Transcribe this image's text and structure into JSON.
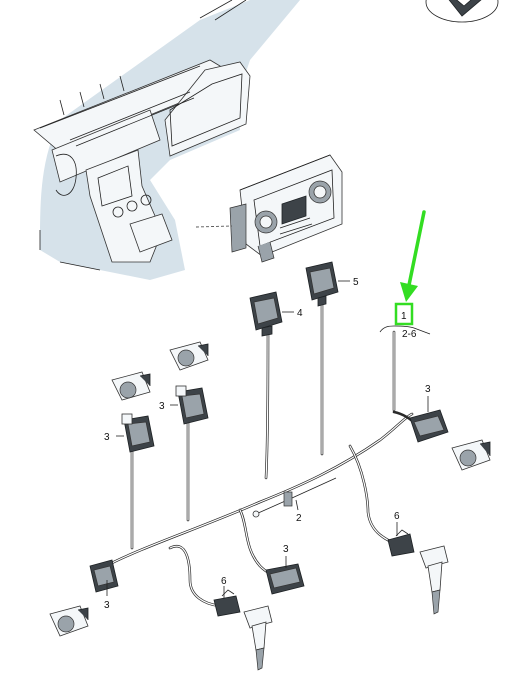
{
  "callouts": {
    "harness": "1",
    "harness_ref": "2-6",
    "cable_tie": "2",
    "actuator_connector": "3",
    "connector_4": "4",
    "connector_5": "5",
    "sensor_connector": "6"
  },
  "colors": {
    "highlight": "#33dd22",
    "line": "#222222",
    "shade": "#d6e2ea"
  }
}
